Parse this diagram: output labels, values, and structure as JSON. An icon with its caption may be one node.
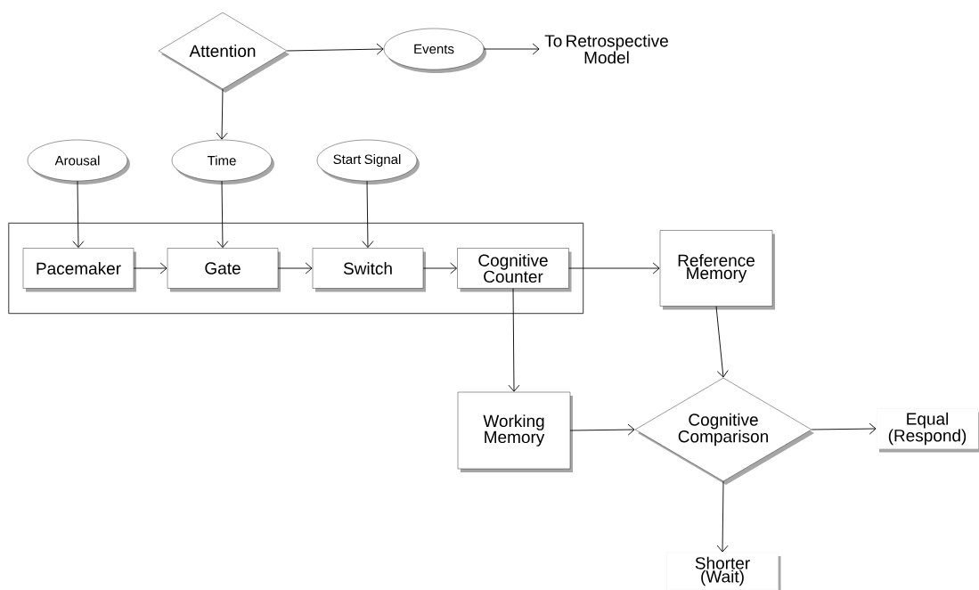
{
  "diagram": {
    "nodes": [
      {
        "text": [
          "Attention"
        ]
      },
      {
        "text": [
          "Events"
        ]
      },
      {
        "text": [
          "To Retrospective Model"
        ]
      },
      {
        "text": [
          "Arousal"
        ]
      },
      {
        "text": [
          "Time"
        ]
      },
      {
        "text": [
          "Start Signal"
        ]
      },
      {
        "text": [],
        "shape": "box"
      },
      {
        "text": [
          "Pacemaker"
        ],
        "in": 6
      },
      {
        "text": [
          "Gate"
        ],
        "in": 6
      },
      {
        "text": [
          "Switch"
        ],
        "in": 6
      },
      {
        "text": [
          "Cognitive Counter"
        ],
        "in": 6
      },
      {
        "text": [
          "Reference Memory"
        ]
      },
      {
        "text": [
          "Working Memory"
        ]
      },
      {
        "text": [
          "Cognitive Comparison"
        ]
      },
      {
        "text": [
          "Equal (Respond)"
        ]
      },
      {
        "text": [
          "Shorter (Wait)"
        ]
      }
    ],
    "edges": [
      {
        "from": 0,
        "to": 1,
        "arrow": "to"
      },
      {
        "from": 1,
        "to": 2,
        "arrow": "to"
      },
      {
        "from": 0,
        "to": 4,
        "arrow": "to"
      },
      {
        "from": 3,
        "to": 7,
        "arrow": "to"
      },
      {
        "from": 4,
        "to": 8,
        "arrow": "to"
      },
      {
        "from": 5,
        "to": 9,
        "arrow": "to"
      },
      {
        "from": 7,
        "to": 8,
        "arrow": "to"
      },
      {
        "from": 8,
        "to": 9,
        "arrow": "to"
      },
      {
        "from": 9,
        "to": 10,
        "arrow": "to"
      },
      {
        "from": 10,
        "to": 11,
        "arrow": "to"
      },
      {
        "from": 10,
        "to": 12,
        "arrow": "to"
      },
      {
        "from": 11,
        "to": 13,
        "arrow": "to"
      },
      {
        "from": 12,
        "to": 13,
        "arrow": "to"
      },
      {
        "from": 13,
        "to": 14,
        "arrow": "to"
      },
      {
        "from": 13,
        "to": 15,
        "arrow": "to"
      }
    ]
  }
}
